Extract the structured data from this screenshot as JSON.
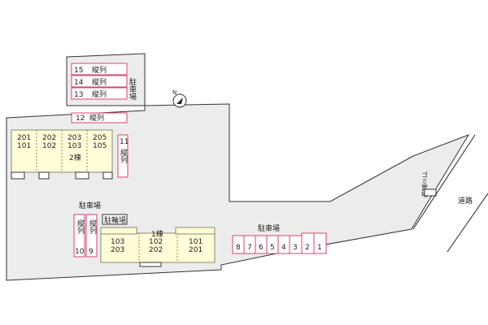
{
  "map": {
    "colors": {
      "ground": "#ececec",
      "ground_stroke": "#333333",
      "building_fill": "#fffdd8",
      "building_stroke": "#8a8a70",
      "space_stroke": "#d8436c",
      "space_fill": "#ffffff",
      "road": "#222222"
    },
    "top_parking": {
      "label": "駐車場",
      "columns": [
        "15",
        "14",
        "13"
      ],
      "column_suffix": "縦列"
    },
    "lot12": {
      "number": "12",
      "suffix": "縦列"
    },
    "lot11": {
      "number": "11",
      "suffix": "縦列"
    },
    "building2": {
      "name": "2棟",
      "units": [
        {
          "top": "201",
          "bottom": "101"
        },
        {
          "top": "202",
          "bottom": "102"
        },
        {
          "top": "203",
          "bottom": "103"
        },
        {
          "top": "205",
          "bottom": "105"
        }
      ]
    },
    "building1": {
      "name": "1棟",
      "units": [
        {
          "top": "103",
          "bottom": "203"
        },
        {
          "top": "102",
          "bottom": "202"
        },
        {
          "top": "101",
          "bottom": "201"
        }
      ]
    },
    "left_parking": {
      "label": "駐車場",
      "columns": [
        {
          "suffix": "縦列",
          "number": "10"
        },
        {
          "suffix": "縦列",
          "number": "9"
        }
      ]
    },
    "bike_parking": "駐輪場",
    "right_parking": {
      "label": "駐車場",
      "spaces": [
        "8",
        "7",
        "6",
        "5",
        "4",
        "3",
        "2",
        "1"
      ]
    },
    "garbage": "ゴミ置場",
    "road": "道路",
    "compass": "N"
  }
}
